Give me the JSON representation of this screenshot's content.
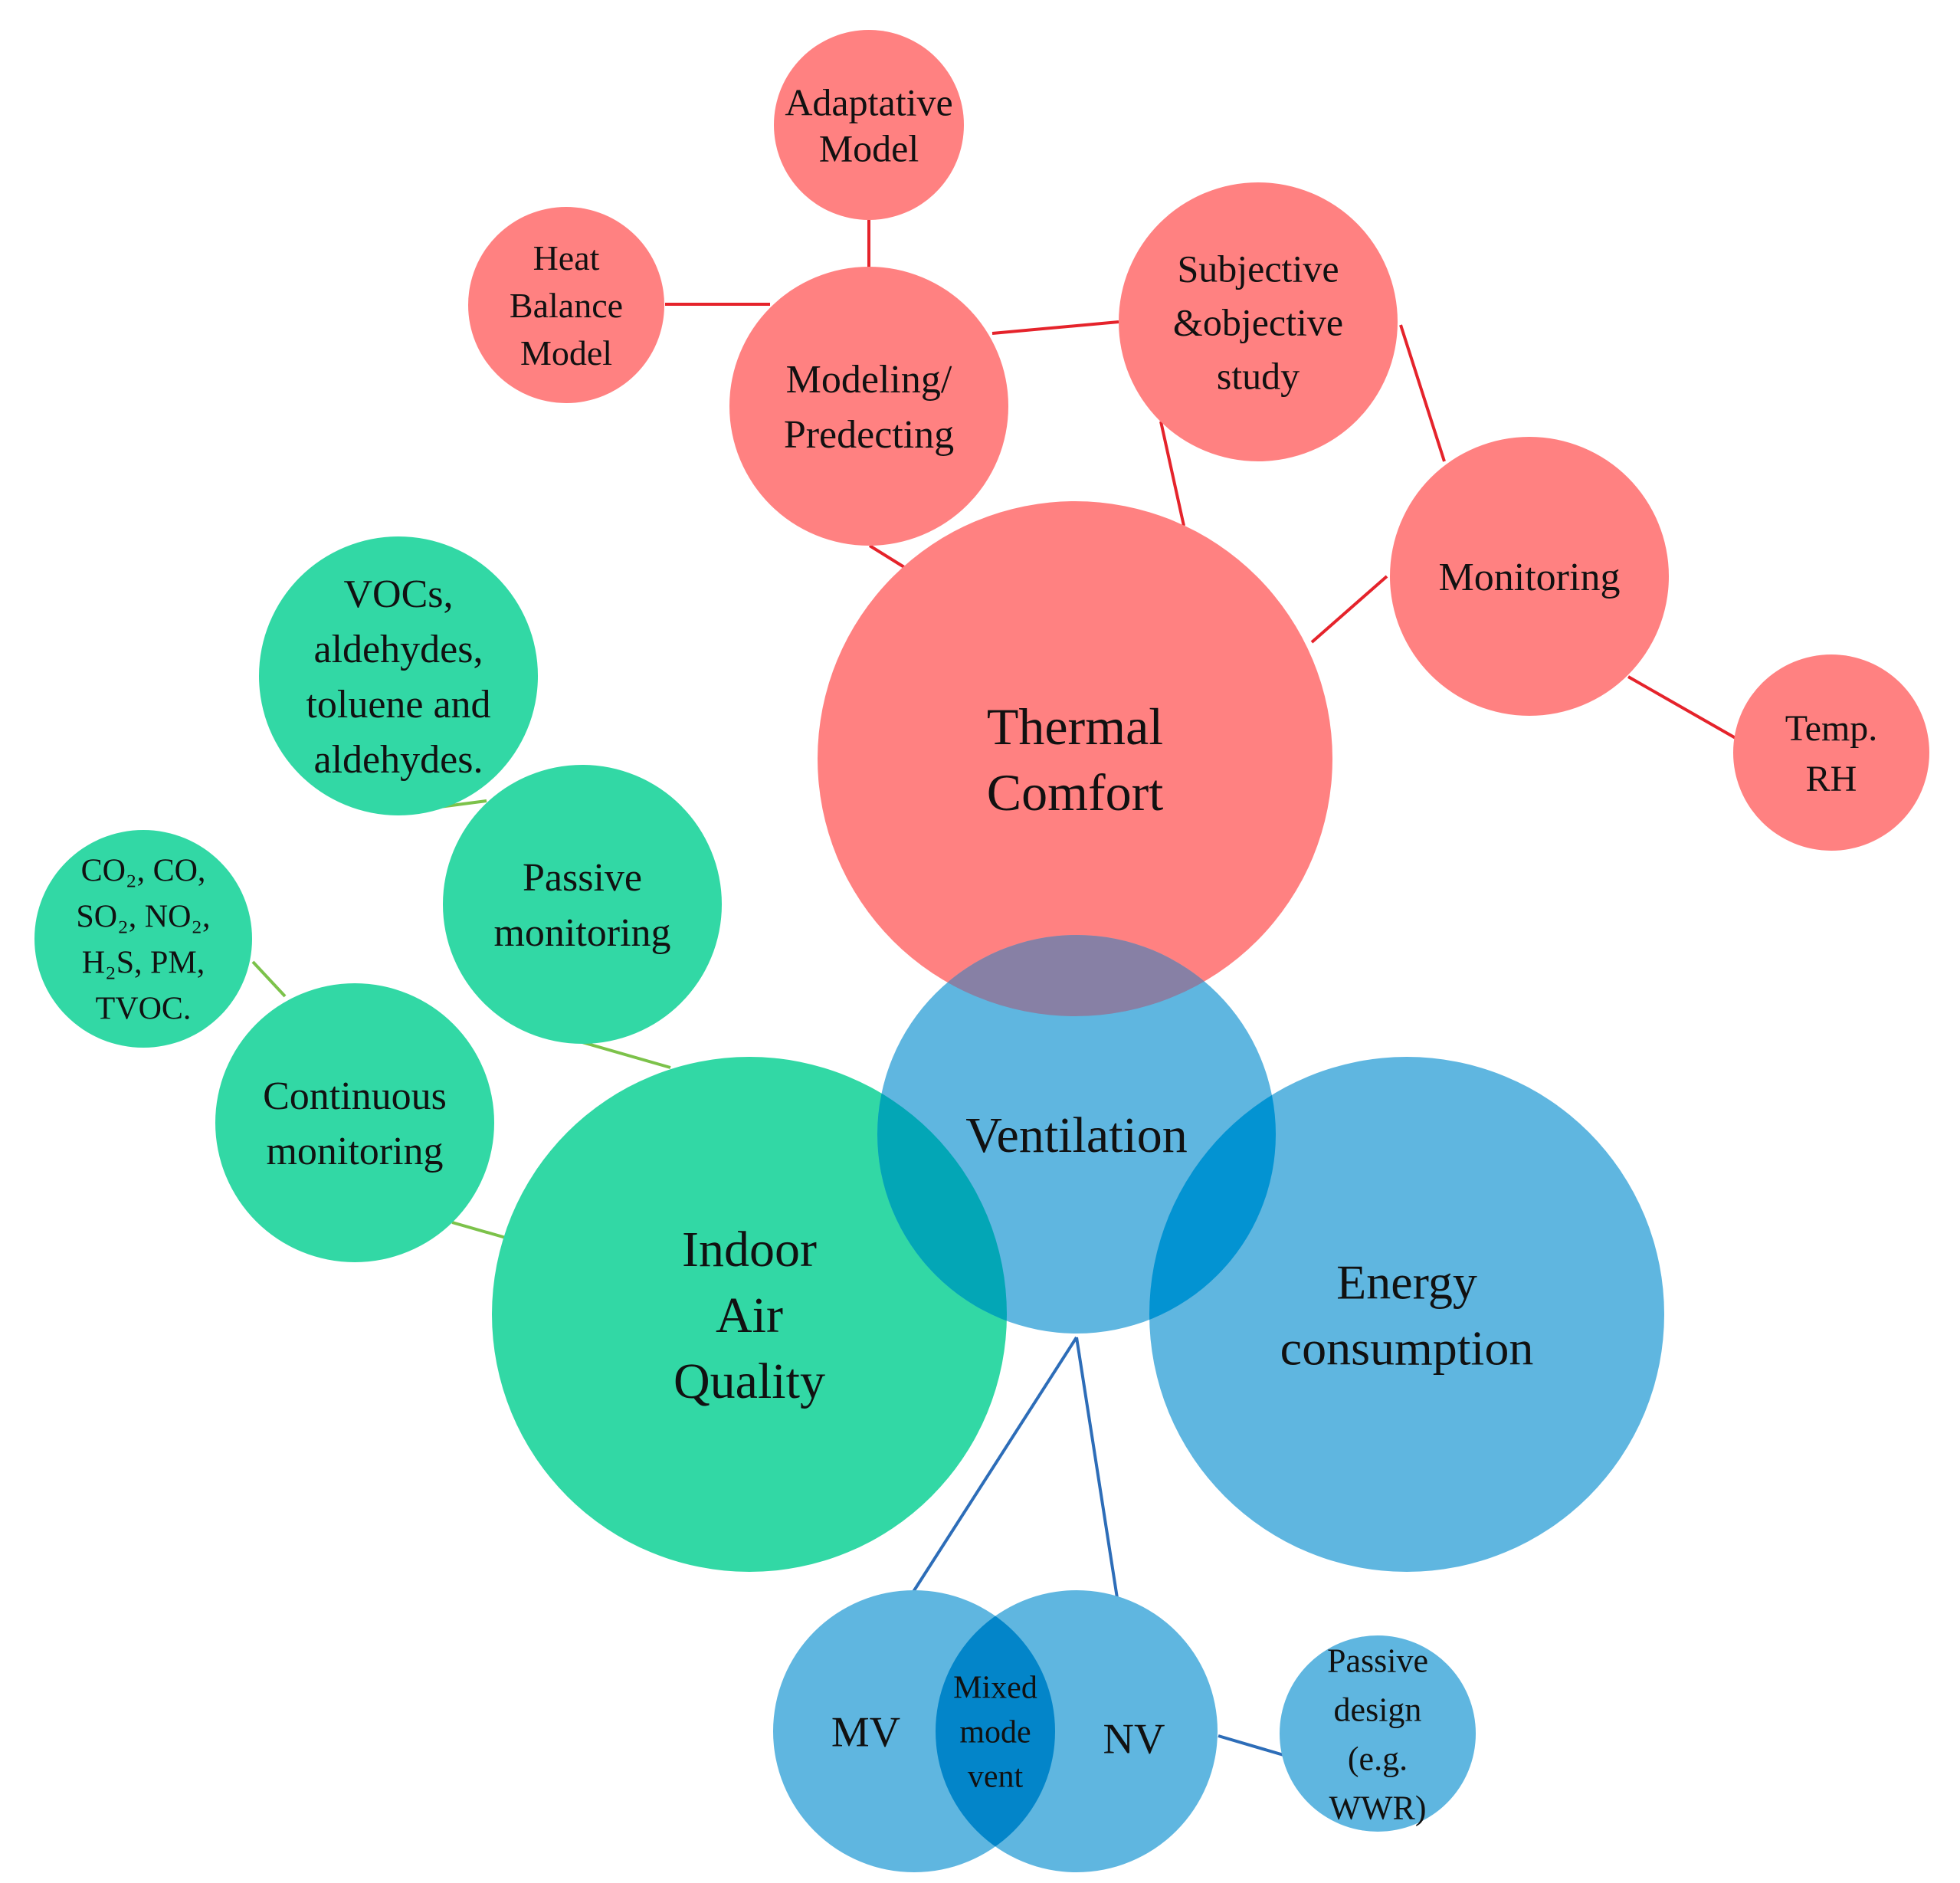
{
  "colors": {
    "thermal": "#FF8181",
    "thermal_link": "#E5232B",
    "iaq": "#32D8A5",
    "iaq_link": "#7CC24A",
    "vent": "#5FB6E0",
    "vent_link": "#2D6DB8",
    "overlap_thermal_vent": "#8780A5",
    "overlap_iaq_vent": "#03A6B6",
    "overlap_vent_energy": "#0393D2",
    "overlap_mv_nv": "#0385C9"
  },
  "nodes": {
    "thermal_comfort": [
      "Thermal",
      "Comfort"
    ],
    "modeling": [
      "Modeling/",
      "Predecting"
    ],
    "adaptative": [
      "Adaptative",
      "Model"
    ],
    "heat_balance": [
      "Heat",
      "Balance",
      "Model"
    ],
    "subjective": [
      "Subjective",
      "&objective",
      "study"
    ],
    "monitoring": [
      "Monitoring"
    ],
    "temp_rh": [
      "Temp.",
      "RH"
    ],
    "ventilation": [
      "Ventilation"
    ],
    "energy": [
      "Energy",
      "consumption"
    ],
    "iaq": [
      "Indoor",
      "Air",
      "Quality"
    ],
    "passive_monitoring": [
      "Passive",
      "monitoring"
    ],
    "vocs": [
      "VOCs,",
      "aldehydes,",
      "toluene and",
      "aldehydes."
    ],
    "continuous": [
      "Continuous",
      "monitoring"
    ],
    "pollutants": [
      "CO₂, CO,",
      "SO₂, NO₂,",
      "H₂S, PM,",
      "TVOC."
    ],
    "mv": [
      "MV"
    ],
    "nv": [
      "NV"
    ],
    "mixed": [
      "Mixed",
      "mode",
      "vent"
    ],
    "passive_design": [
      "Passive",
      "design",
      "(e.g.",
      "WWR)"
    ]
  }
}
